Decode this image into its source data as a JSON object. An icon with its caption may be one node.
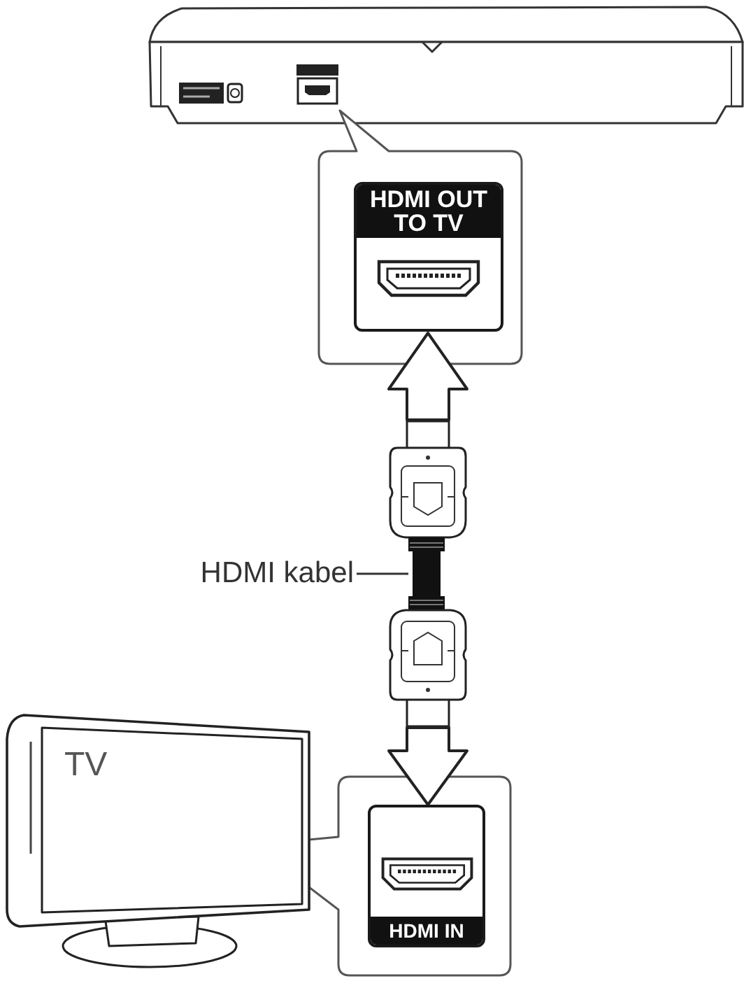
{
  "diagram": {
    "nodes": [
      {
        "text": [
          "HDMI OUT TO TV"
        ]
      },
      {
        "text": [],
        "shape": "picture"
      },
      {
        "text": [
          "HDMI kabel"
        ]
      },
      {
        "text": [],
        "shape": "picture"
      },
      {
        "text": [],
        "shape": "picture"
      },
      {
        "text": [
          "TV"
        ]
      },
      {
        "text": [
          "HDMI IN"
        ]
      }
    ],
    "edges": [
      {
        "from": 1,
        "to": 0,
        "arrow": "to"
      },
      {
        "from": 2,
        "to": 3,
        "arrow": "none"
      },
      {
        "from": 4,
        "to": 6,
        "arrow": "to"
      }
    ]
  }
}
